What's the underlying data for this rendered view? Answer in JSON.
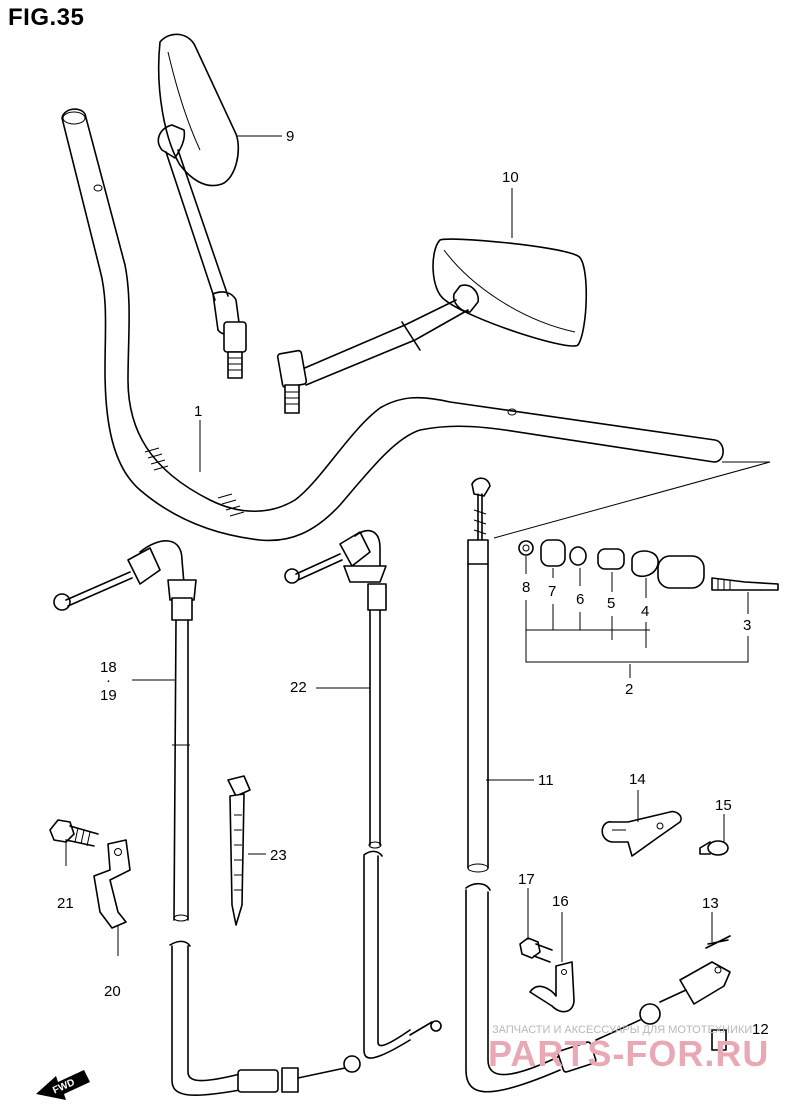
{
  "figure": {
    "title": "FIG.35"
  },
  "callouts": {
    "c1": "1",
    "c2": "2",
    "c3": "3",
    "c4": "4",
    "c5": "5",
    "c6": "6",
    "c7": "7",
    "c8": "8",
    "c9": "9",
    "c10": "10",
    "c11": "11",
    "c12": "12",
    "c13": "13",
    "c14": "14",
    "c15": "15",
    "c16": "16",
    "c17": "17",
    "c18": "18",
    "c18_sep": "·",
    "c19": "19",
    "c20": "20",
    "c21": "21",
    "c22": "22",
    "c23": "23"
  },
  "direction_badge": {
    "label": "FWD"
  },
  "watermark": {
    "caption": "ЗАПЧАСТИ И АКСЕССУАРЫ ДЛЯ МОТОТЕХНИКИ",
    "site": "PARTS-FOR.RU"
  },
  "colors": {
    "line": "#000000",
    "background": "#ffffff",
    "watermark": "#e9a9b4"
  }
}
